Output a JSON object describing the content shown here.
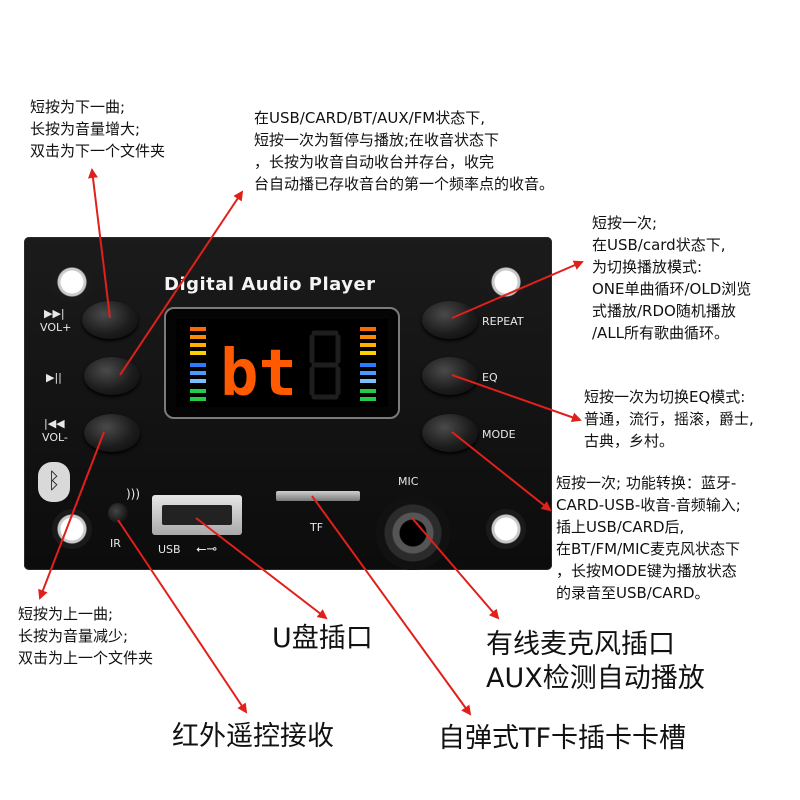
{
  "board": {
    "title": "Digital Audio Player",
    "labels": {
      "repeat": "REPEAT",
      "eq": "EQ",
      "mode": "MODE",
      "vol_plus": "VOL+",
      "vol_minus": "VOL-",
      "mic": "MIC",
      "tf": "TF",
      "usb": "USB",
      "ir": "IR"
    },
    "display_text": "bt",
    "icons": {
      "next": "next-track-icon",
      "play_pause": "play-pause-icon",
      "prev": "previous-track-icon",
      "bluetooth": "bluetooth-icon",
      "usb_symbol": "usb-symbol-icon",
      "ir_signal": "ir-signal-icon"
    },
    "colors": {
      "board": "#111111",
      "display_digits": "#ff5a00",
      "arrow": "#e0201b"
    }
  },
  "notes": {
    "next": [
      "短按为下一曲;",
      "长按为音量增大;",
      "双击为下一个文件夹"
    ],
    "play": [
      "在USB/CARD/BT/AUX/FM状态下,",
      "短按一次为暂停与播放;在收音状态下",
      "，长按为收音自动收台并存台，收完",
      "台自动播已存收音台的第一个频率点的收音。"
    ],
    "repeat": [
      "短按一次;",
      "在USB/card状态下,",
      "为切换播放模式:",
      "ONE单曲循环/OLD浏览",
      "式播放/RDO随机播放",
      "/ALL所有歌曲循环。"
    ],
    "eq": [
      "短按一次为切换EQ模式:",
      "普通，流行，摇滚，爵士,",
      "古典，乡村。"
    ],
    "mode": [
      "短按一次;  功能转换：蓝牙-",
      "CARD-USB-收音-音频输入;",
      "插上USB/CARD后,",
      "在BT/FM/MIC麦克风状态下",
      "，长按MODE键为播放状态",
      "的录音至USB/CARD。"
    ],
    "prev": [
      "短按为上一曲;",
      "长按为音量减少;",
      "双击为上一个文件夹"
    ]
  },
  "callouts": {
    "usb": "U盘插口",
    "mic": [
      "有线麦克风插口",
      "AUX检测自动播放"
    ],
    "ir": "红外遥控接收",
    "tf": "自弹式TF卡插卡卡槽"
  }
}
